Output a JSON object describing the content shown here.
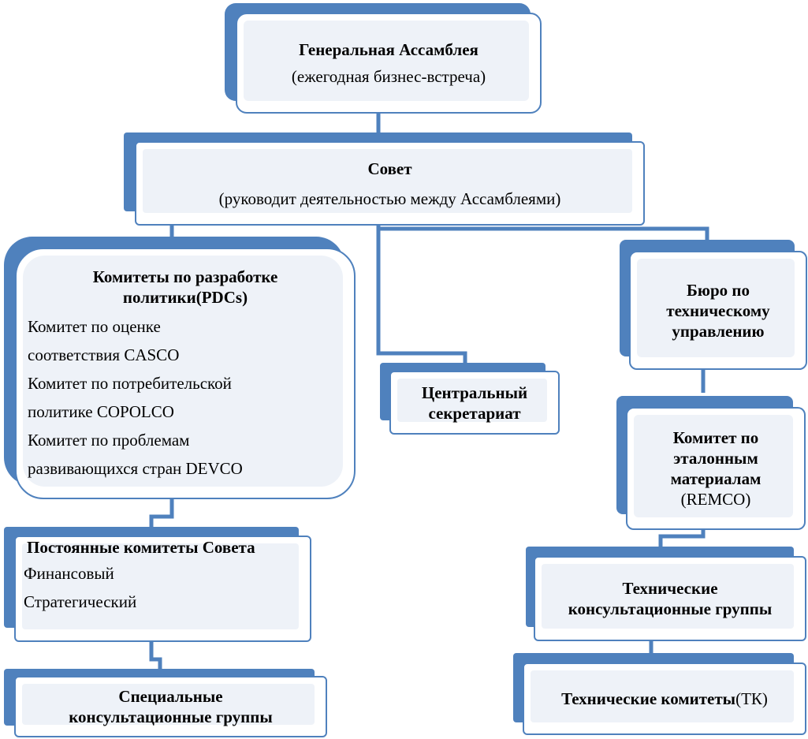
{
  "colors": {
    "accent": "#4f81bd",
    "panel_fill": "#eef2f8",
    "connector": "#4f81bd"
  },
  "nodes": {
    "general_assembly": {
      "title": "Генеральная Ассамблея",
      "subtitle": "(ежегодная бизнес-встреча)"
    },
    "council": {
      "title": "Совет",
      "subtitle": "(руководит деятельностью между Ассамблеями)"
    },
    "pdcs": {
      "title_line1": "Комитеты по разработке",
      "title_line2": "политики(PDCs)",
      "items": [
        "Комитет по оценке",
        "соответствия CASCO",
        "Комитет по потребительской",
        "политике COPOLCO",
        "Комитет по проблемам",
        "развивающихся стран DEVCO"
      ]
    },
    "central_secretariat": {
      "line1": "Центральный",
      "line2": "секретариат"
    },
    "tmb": {
      "line1": "Бюро по",
      "line2": "техническому",
      "line3": "управлению"
    },
    "council_standing": {
      "title": "Постоянные комитеты Совета",
      "items": [
        "Финансовый",
        "Стратегический"
      ]
    },
    "special_groups": {
      "line1": "Специальные",
      "line2": "консультационные группы"
    },
    "remco": {
      "line1": "Комитет по",
      "line2": "эталонным",
      "line3": "материалам",
      "line4": "(REMCO)"
    },
    "tech_groups": {
      "line1": "Технические",
      "line2": "консультационные группы"
    },
    "tech_committees": {
      "text_bold": "Технические комитеты",
      "text_plain": "(ТК)"
    }
  }
}
